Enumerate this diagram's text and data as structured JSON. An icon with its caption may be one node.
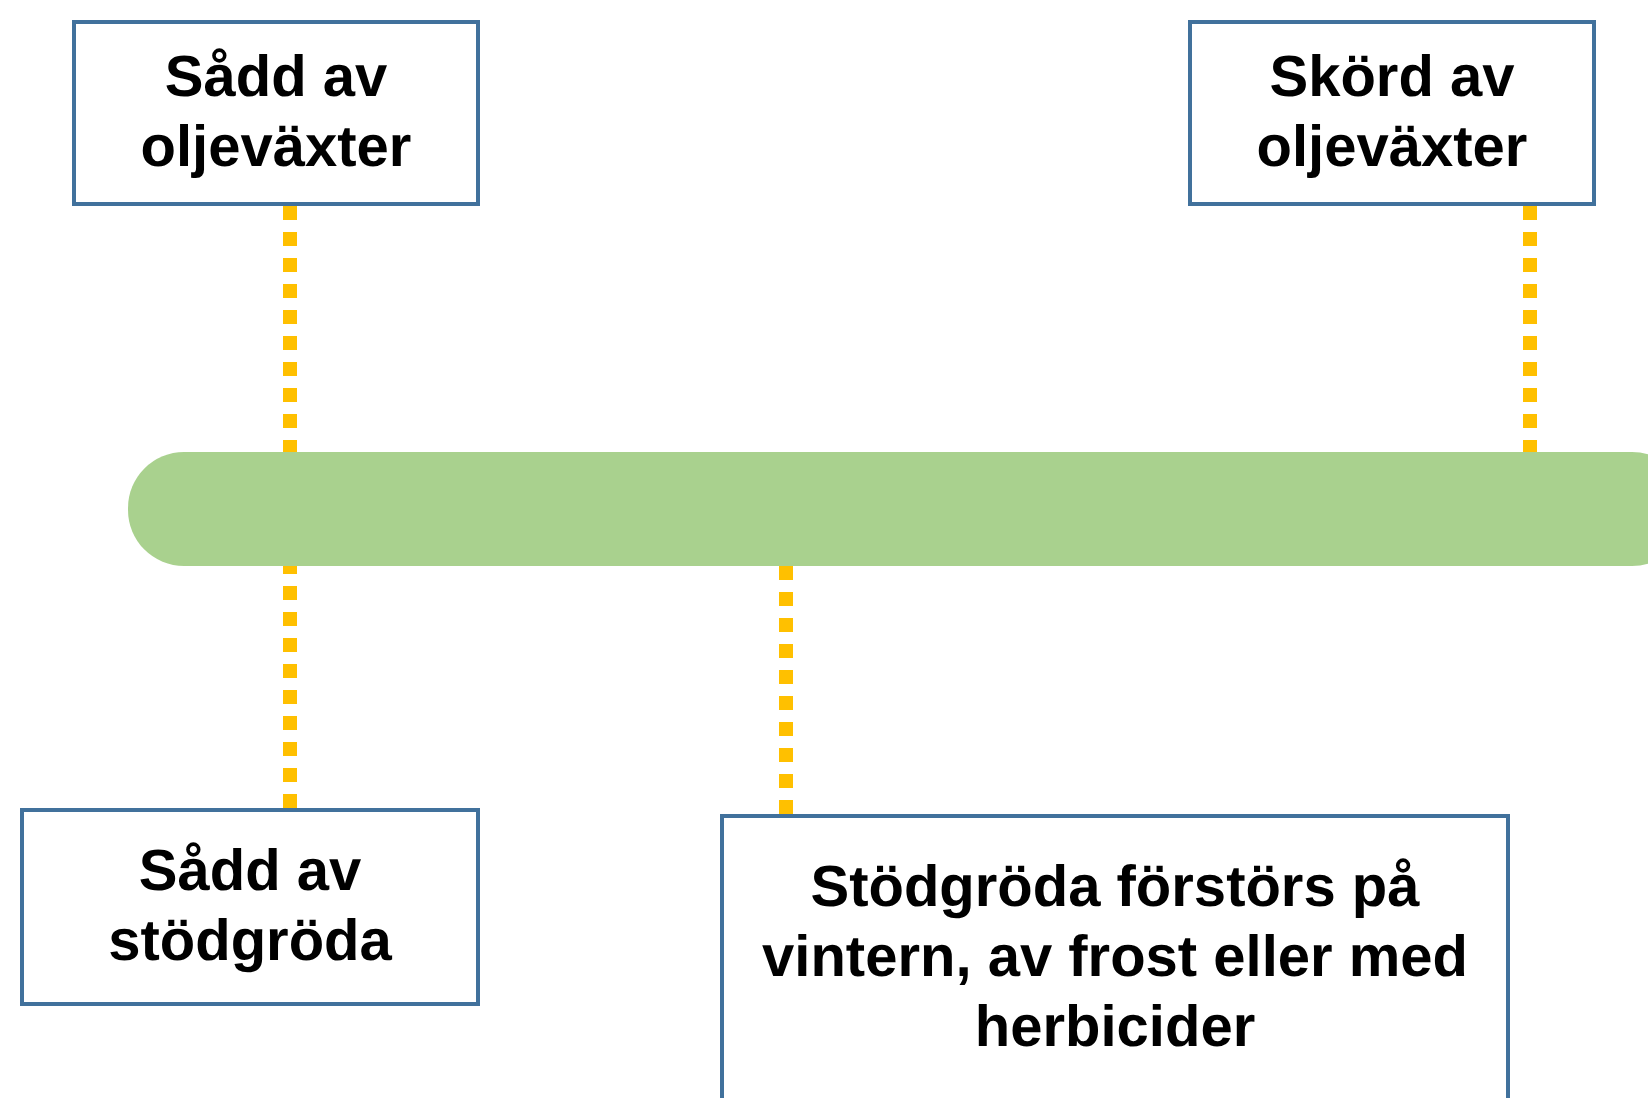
{
  "diagram": {
    "nodes": [
      {
        "text": [
          "Sådd av oljeväxter"
        ]
      },
      {
        "text": [
          "Skörd av oljeväxter"
        ]
      },
      {
        "text": [],
        "shape": "bar"
      },
      {
        "text": [
          "Sådd av stödgröda"
        ]
      },
      {
        "text": [
          "Stödgröda förstörs på vintern, av frost eller med herbicider"
        ]
      }
    ],
    "edges": [
      {
        "from": 0,
        "to": 2,
        "arrow": "none",
        "style": "dashed"
      },
      {
        "from": 1,
        "to": 2,
        "arrow": "none",
        "style": "dashed"
      },
      {
        "from": 3,
        "to": 2,
        "arrow": "none",
        "style": "dashed"
      },
      {
        "from": 4,
        "to": 2,
        "arrow": "none",
        "style": "dashed"
      }
    ]
  }
}
